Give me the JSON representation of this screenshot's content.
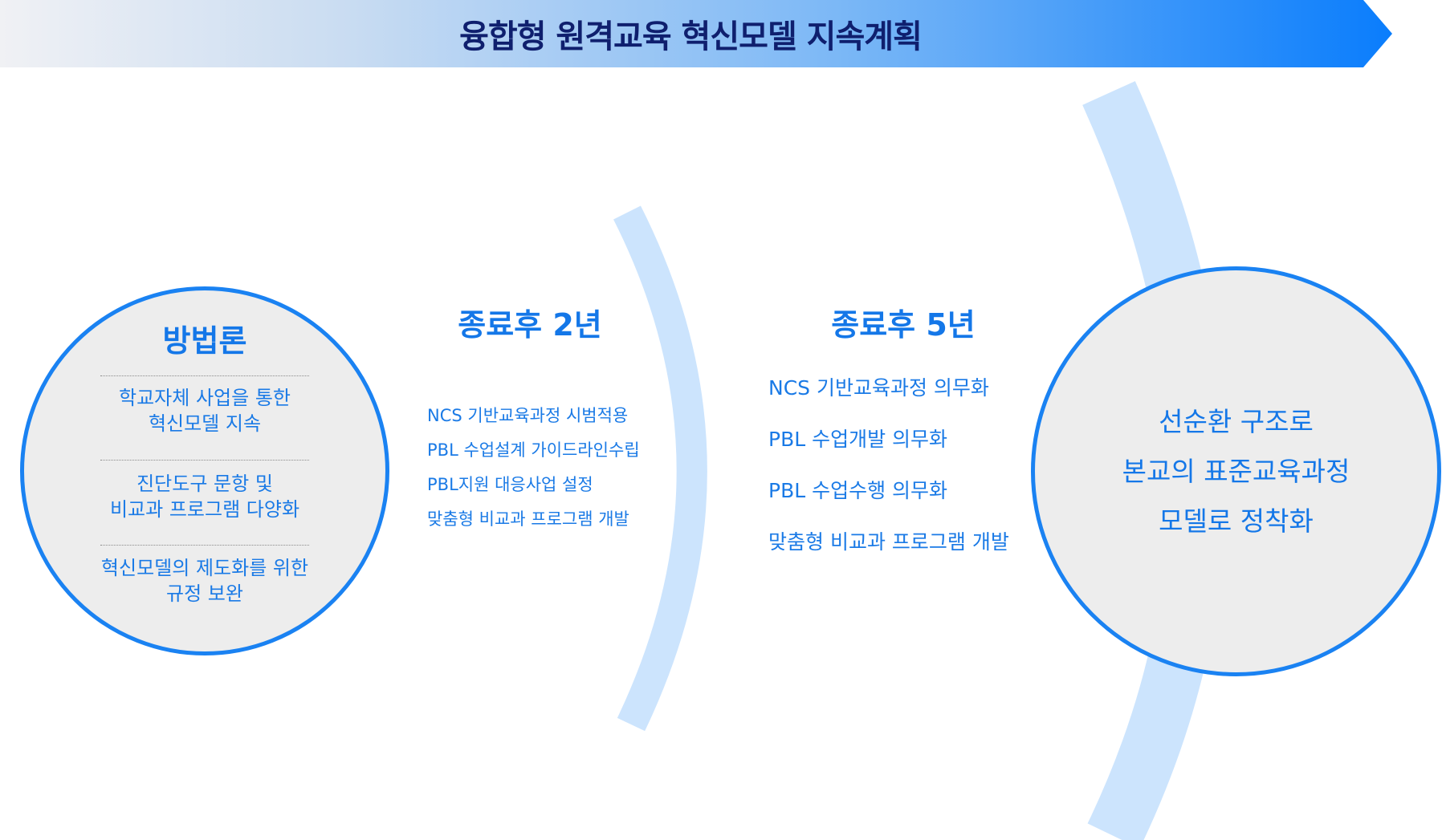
{
  "header": {
    "title": "융합형 원격교육 혁신모델 지속계획"
  },
  "method": {
    "title": "방법론",
    "items": [
      {
        "line1": "학교자체 사업을 통한",
        "line2": "혁신모델 지속"
      },
      {
        "line1": "진단도구 문항 및",
        "line2": "비교과 프로그램 다양화"
      },
      {
        "line1": "혁신모델의 제도화를 위한",
        "line2": "규정 보완"
      }
    ]
  },
  "phase1": {
    "title": "종료후 2년",
    "items": [
      "NCS 기반교육과정 시범적용",
      "PBL 수업설계 가이드라인수립",
      "PBL지원 대응사업 설정",
      "맞춤형 비교과 프로그램 개발"
    ]
  },
  "phase2": {
    "title": "종료후 5년",
    "items": [
      "NCS 기반교육과정 의무화",
      "PBL 수업개발 의무화",
      "PBL 수업수행 의무화",
      "맞춤형 비교과 프로그램 개발"
    ]
  },
  "final": {
    "lines": [
      "선순환 구조로",
      "본교의 표준교육과정",
      "모델로 정착화"
    ]
  },
  "colors": {
    "accent": "#1477e8",
    "circle_border": "#1a82f2",
    "circle_fill": "#ededed",
    "arc": "#cce4fd",
    "banner_title": "#0f1f6e"
  }
}
